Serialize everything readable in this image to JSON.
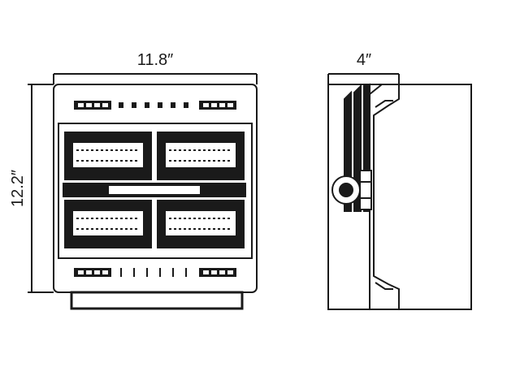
{
  "dimensions": {
    "width_label": "11.8″",
    "height_label": "12.2″",
    "depth_label": "4″"
  },
  "colors": {
    "line": "#1a1a1a",
    "background": "#ffffff"
  }
}
